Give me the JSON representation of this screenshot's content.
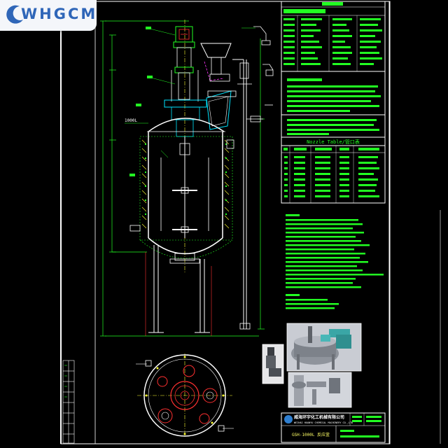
{
  "logo": {
    "text": "WHGCM",
    "brand_color": "#2f66b8"
  },
  "drawing": {
    "nozzle_table_title": "Nozzle Table/管口表",
    "title_block_drawing_no": "GSH-1000L 反应釜",
    "company_name": "威海环宇化工机械有限公司",
    "company_name_en": "WEIHAI HUANYU CHEMICAL MACHINERY CO.,LTD"
  },
  "colors": {
    "background": "#000000",
    "line_white": "#ffffff",
    "line_green": "#22ff22",
    "line_yellow": "#ffff33",
    "line_cyan": "#00e5ff",
    "line_red": "#ff3030",
    "line_magenta": "#ff33ff"
  }
}
